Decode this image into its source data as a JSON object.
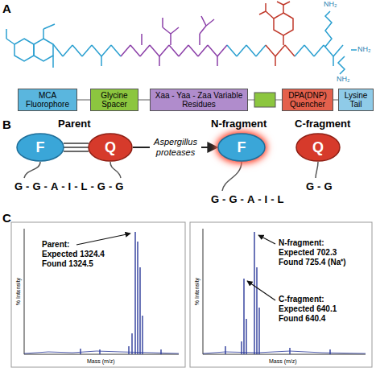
{
  "diagram": {
    "nodes": [
      {
        "text": [
          "MCA Fluorophore"
        ]
      },
      {
        "text": [
          "Glycine Spacer"
        ]
      },
      {
        "text": [
          "Xaa - Yaa - Zaa Variable Residues"
        ]
      },
      {
        "text": [
          "DPA(DNP) Quencher"
        ]
      },
      {
        "text": [
          "Lysine Tail"
        ]
      },
      {
        "text": [
          "F"
        ]
      },
      {
        "text": [
          "Q"
        ]
      },
      {
        "text": [
          "F"
        ]
      },
      {
        "text": [
          "Q"
        ]
      }
    ],
    "edges": [
      {
        "from": 0,
        "to": 1,
        "arrow": "none"
      },
      {
        "from": 1,
        "to": 2,
        "arrow": "none"
      },
      {
        "from": 2,
        "to": 3,
        "arrow": "none"
      },
      {
        "from": 3,
        "to": 4,
        "arrow": "none"
      },
      {
        "from": 5,
        "to": 6,
        "arrow": "none"
      },
      {
        "from": 6,
        "to": 7,
        "label": "Aspergillus proteases",
        "arrow": "to"
      }
    ],
    "labels": [
      "A",
      "B",
      "C",
      "Parent",
      "G-G-A-I-L-G-G",
      "N-fragment",
      "C-fragment",
      "G-G-A-I-L",
      "G-G",
      "Parent:",
      "Expected 1324.4",
      "Found 1324.5",
      "N-fragment:",
      "Expected 702.3",
      "Found 725.4 (Na⁺)",
      "C-fragment:",
      "Expected 640.1",
      "Found 640.4",
      "NH₂",
      "NH₂",
      "NH₂",
      "Mass (m/z)",
      "Mass (m/z)",
      "% Intensity",
      "% Intensity"
    ]
  }
}
